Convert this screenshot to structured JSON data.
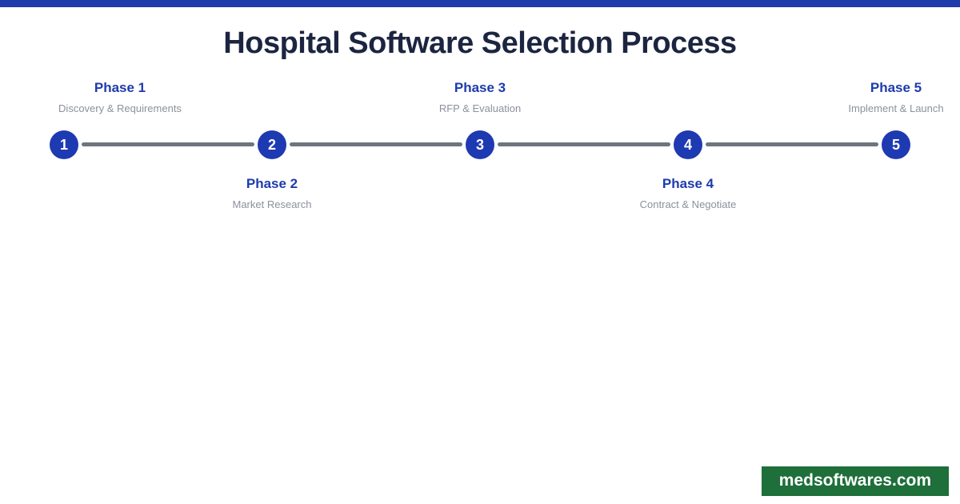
{
  "page": {
    "title": "Hospital Software Selection Process"
  },
  "colors": {
    "accent_blue": "#1e3bad",
    "title_navy": "#1c2540",
    "line_gray": "#6d7580",
    "description_gray": "#8b919c",
    "badge_green": "#1e6f3a",
    "badge_text": "#ffffff",
    "circle_number_text": "#ffffff"
  },
  "timeline": {
    "phases": [
      {
        "number": "1",
        "label": "Phase 1",
        "description": "Discovery & Requirements",
        "position": "top"
      },
      {
        "number": "2",
        "label": "Phase 2",
        "description": "Market Research",
        "position": "bottom"
      },
      {
        "number": "3",
        "label": "Phase 3",
        "description": "RFP & Evaluation",
        "position": "top"
      },
      {
        "number": "4",
        "label": "Phase 4",
        "description": "Contract & Negotiate",
        "position": "bottom"
      },
      {
        "number": "5",
        "label": "Phase 5",
        "description": "Implement & Launch",
        "position": "top"
      }
    ]
  },
  "footer": {
    "website": "medsoftwares.com"
  }
}
